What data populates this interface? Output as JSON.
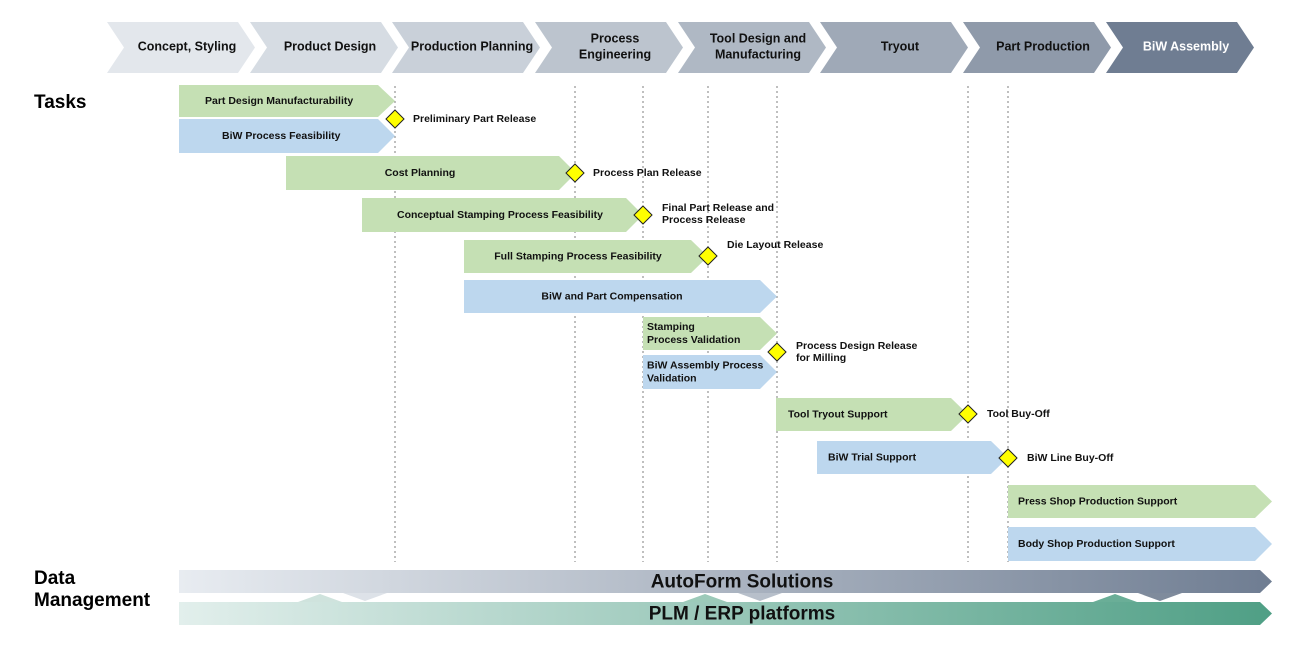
{
  "phases": [
    {
      "label": [
        "Concept, Styling"
      ],
      "fill": "#e3e7ec"
    },
    {
      "label": [
        "Product Design"
      ],
      "fill": "#d6dce3"
    },
    {
      "label": [
        "Production Planning"
      ],
      "fill": "#c9d0d9"
    },
    {
      "label": [
        "Process",
        "Engineering"
      ],
      "fill": "#bcc4ce"
    },
    {
      "label": [
        "Tool Design and",
        "Manufacturing"
      ],
      "fill": "#afb8c4"
    },
    {
      "label": [
        "Tryout"
      ],
      "fill": "#9fa9b7"
    },
    {
      "label": [
        "Part Production"
      ],
      "fill": "#8f9aaa"
    },
    {
      "label": [
        "BiW Assembly"
      ],
      "fill": "#6f7d92"
    }
  ],
  "tasks_heading": "Tasks",
  "data_management_heading": [
    "Data",
    "Management"
  ],
  "colors": {
    "green_task": "#c5e0b4",
    "blue_task": "#bdd7ee",
    "milestone": "#ffff00",
    "guide_line": "#7f7f7f",
    "autoform_start": "#e8ecf1",
    "autoform_end": "#6f7d92",
    "plm_start": "#e2efec",
    "plm_end": "#4f9f85"
  },
  "tasks": [
    {
      "label": [
        "Part Design Manufacturability"
      ],
      "color": "green"
    },
    {
      "label": [
        "BiW Process Feasibility"
      ],
      "color": "blue"
    },
    {
      "label": [
        "Cost Planning"
      ],
      "color": "green"
    },
    {
      "label": [
        "Conceptual Stamping Process Feasibility"
      ],
      "color": "green"
    },
    {
      "label": [
        "Full Stamping Process Feasibility"
      ],
      "color": "green"
    },
    {
      "label": [
        "BiW and Part Compensation"
      ],
      "color": "blue"
    },
    {
      "label": [
        "Stamping",
        "Process Validation"
      ],
      "color": "green"
    },
    {
      "label": [
        "BiW Assembly Process",
        "Validation"
      ],
      "color": "blue"
    },
    {
      "label": [
        "Tool Tryout Support"
      ],
      "color": "green"
    },
    {
      "label": [
        "BiW Trial Support"
      ],
      "color": "blue"
    },
    {
      "label": [
        "Press Shop Production Support"
      ],
      "color": "green"
    },
    {
      "label": [
        "Body Shop Production Support"
      ],
      "color": "blue"
    }
  ],
  "milestones": [
    {
      "label": [
        "Preliminary Part Release"
      ]
    },
    {
      "label": [
        "Process Plan Release"
      ]
    },
    {
      "label": [
        "Final Part Release and",
        "Process Release"
      ]
    },
    {
      "label": [
        "Die Layout Release"
      ]
    },
    {
      "label": [
        "Process Design Release",
        "for Milling"
      ]
    },
    {
      "label": [
        "Tool Buy-Off"
      ]
    },
    {
      "label": [
        "BiW Line Buy-Off"
      ]
    }
  ],
  "data_bands": [
    {
      "label": "AutoForm Solutions"
    },
    {
      "label": "PLM / ERP platforms"
    }
  ]
}
